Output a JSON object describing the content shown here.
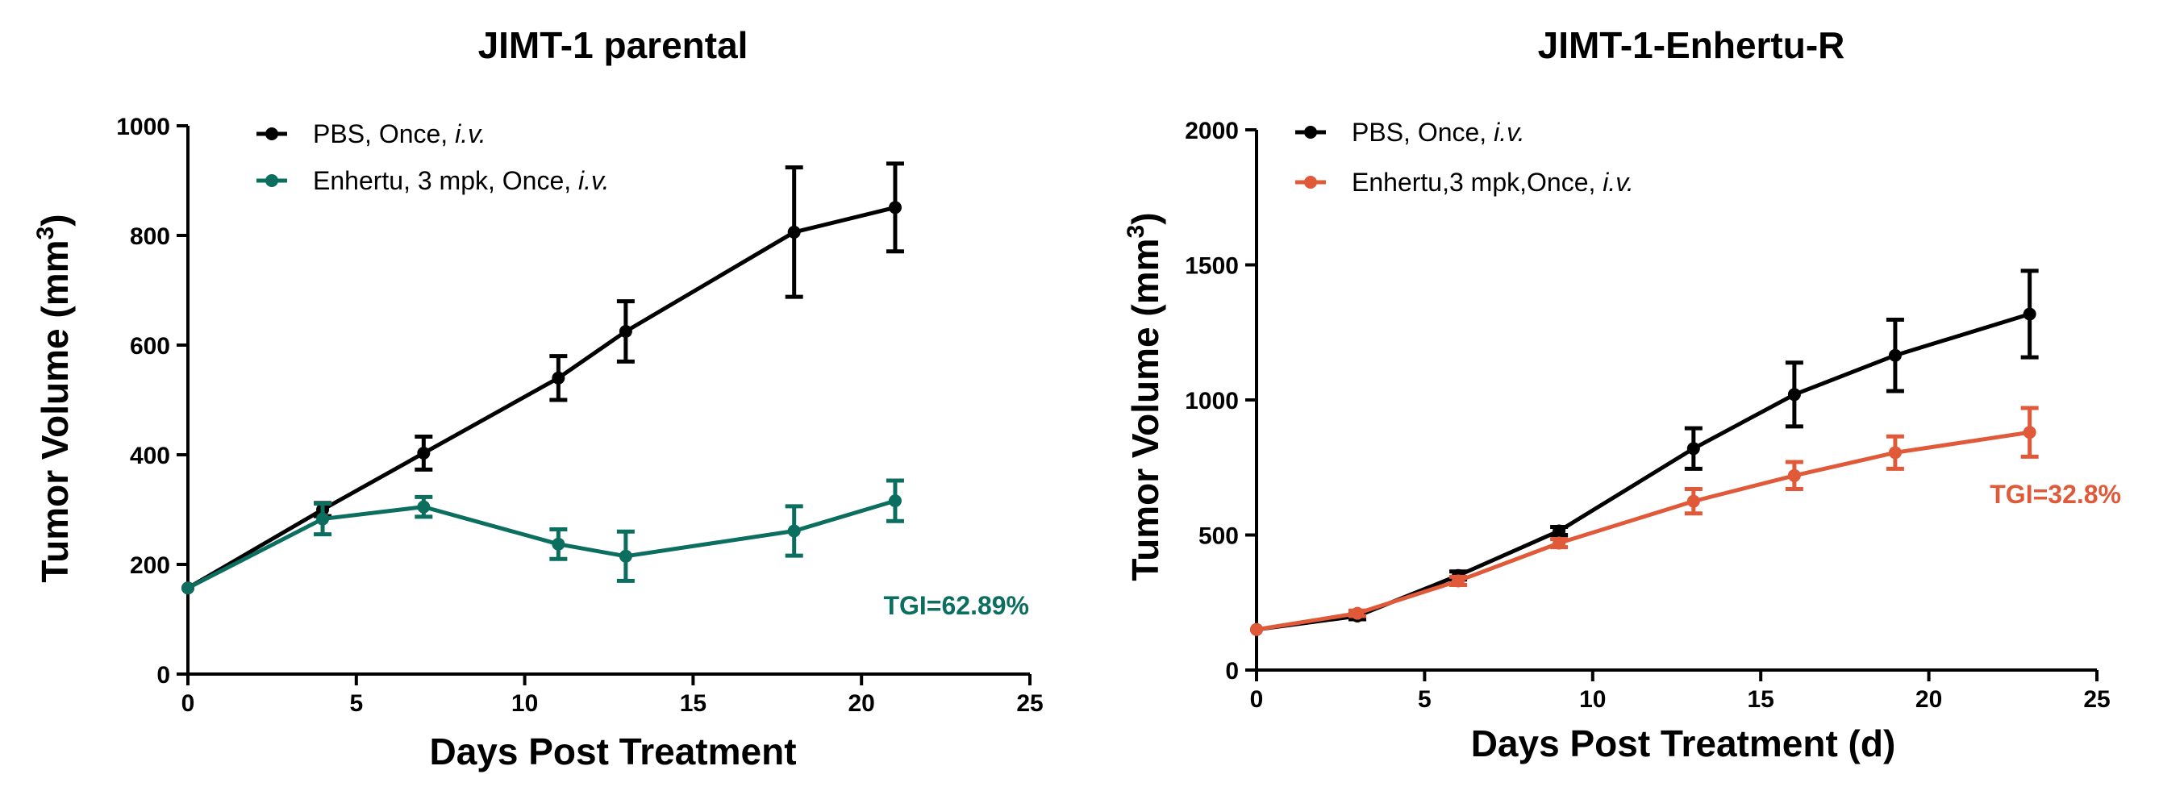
{
  "chart_data": [
    {
      "type": "line",
      "title": "JIMT-1 parental",
      "xlabel": "Days Post Treatment",
      "ylabel": "Tumor Volume (mm",
      "ylabel_sup": "3",
      "ylabel_close": ")",
      "xlim": [
        0,
        25
      ],
      "ylim": [
        0,
        1000
      ],
      "xticks": [
        0,
        5,
        10,
        15,
        20,
        25
      ],
      "yticks": [
        0,
        200,
        400,
        600,
        800,
        1000
      ],
      "grid": false,
      "legend_position": "top-left",
      "series": [
        {
          "name": "PBS, Once, ",
          "name_italic": "i.v.",
          "color": "#000000",
          "x": [
            0,
            4,
            7,
            11,
            13,
            18,
            21
          ],
          "y": [
            157,
            300,
            403,
            540,
            625,
            806,
            851
          ],
          "err": [
            0,
            12,
            30,
            40,
            55,
            118,
            80
          ]
        },
        {
          "name": "Enhertu, 3 mpk, Once, ",
          "name_italic": "i.v.",
          "color": "#0b6e5f",
          "x": [
            0,
            4,
            7,
            11,
            13,
            18,
            21
          ],
          "y": [
            157,
            283,
            305,
            237,
            215,
            261,
            316
          ],
          "err": [
            0,
            28,
            18,
            27,
            45,
            45,
            37
          ]
        }
      ],
      "annotation": {
        "text": "TGI=62.89%",
        "color": "#0b6e5f"
      }
    },
    {
      "type": "line",
      "title": "JIMT-1-Enhertu-R",
      "xlabel": "Days Post Treatment (d)",
      "ylabel": "Tumor Volume (mm",
      "ylabel_sup": "3",
      "ylabel_close": ")",
      "xlim": [
        0,
        25
      ],
      "ylim": [
        0,
        2000
      ],
      "xticks": [
        0,
        5,
        10,
        15,
        20,
        25
      ],
      "yticks": [
        0,
        500,
        1000,
        1500,
        2000
      ],
      "grid": false,
      "legend_position": "top-left",
      "series": [
        {
          "name": "PBS, Once, ",
          "name_italic": "i.v.",
          "color": "#000000",
          "x": [
            0,
            3,
            6,
            9,
            13,
            16,
            19,
            23
          ],
          "y": [
            150,
            200,
            350,
            515,
            820,
            1020,
            1165,
            1318
          ],
          "err": [
            0,
            12,
            15,
            15,
            75,
            118,
            132,
            160
          ]
        },
        {
          "name": "Enhertu,3 mpk,Once, ",
          "name_italic": "i.v.",
          "color": "#e05a3a",
          "x": [
            0,
            3,
            6,
            9,
            13,
            16,
            19,
            23
          ],
          "y": [
            150,
            210,
            330,
            470,
            625,
            720,
            805,
            880
          ],
          "err": [
            0,
            10,
            15,
            15,
            45,
            50,
            60,
            90
          ]
        }
      ],
      "annotation": {
        "text": "TGI=32.8%",
        "color": "#e05a3a"
      }
    }
  ]
}
